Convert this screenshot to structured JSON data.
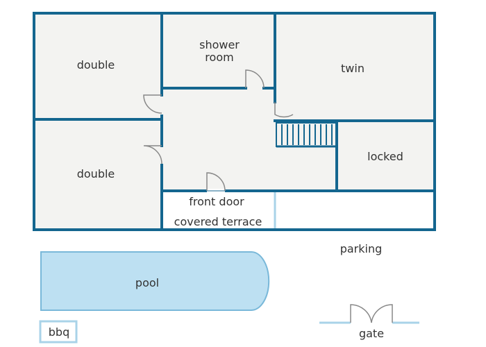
{
  "colors": {
    "wall": "#14668f",
    "room_fill": "#f3f3f1",
    "terrace_wall": "#a9d3e8",
    "pool_fill": "#bde0f2",
    "pool_stroke": "#79b8d9",
    "door": "#888888",
    "text": "#333333"
  },
  "rooms": {
    "double_top": "double",
    "shower_line1": "shower",
    "shower_line2": "room",
    "twin": "twin",
    "double_bottom": "double",
    "locked": "locked"
  },
  "labels": {
    "front_door": "front door",
    "covered_terrace": "covered terrace",
    "parking": "parking",
    "pool": "pool",
    "bbq": "bbq",
    "gate": "gate"
  },
  "icons": {
    "door": "door-swing-icon",
    "stairs": "stairs-icon",
    "gate": "double-gate-icon"
  }
}
